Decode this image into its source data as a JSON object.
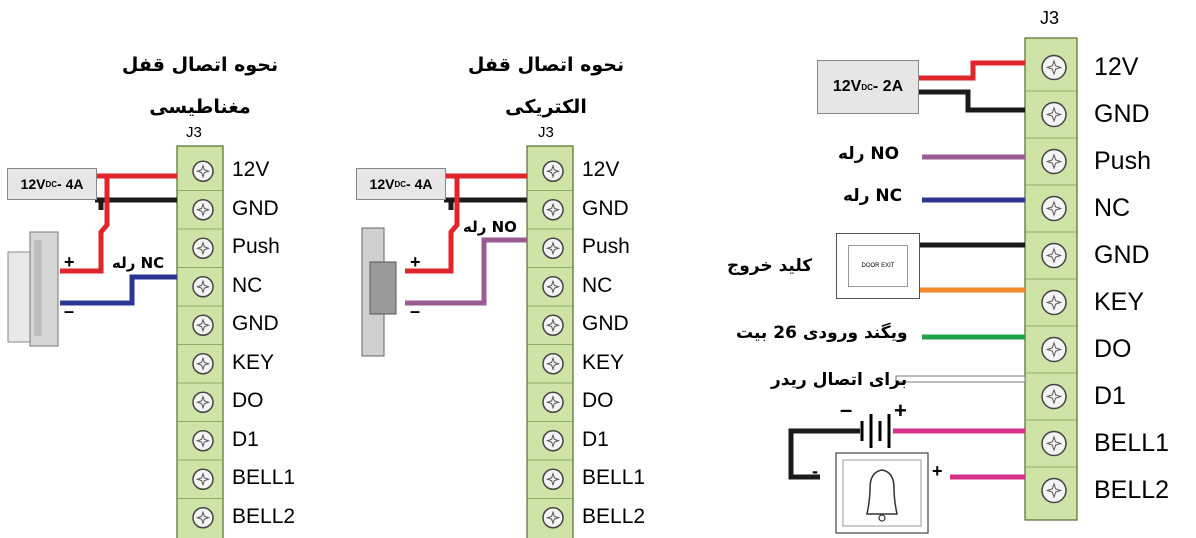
{
  "connector_label": "J3",
  "terminals_small": [
    "12V",
    "GND",
    "Push",
    "NC",
    "GND",
    "KEY",
    "DO",
    "D1",
    "BELL1",
    "BELL2"
  ],
  "terminals_large": [
    "12V",
    "GND",
    "Push",
    "NC",
    "GND",
    "KEY",
    "DO",
    "D1",
    "BELL1",
    "BELL2"
  ],
  "magnetic": {
    "title_line1": "نحوه اتصال قفل",
    "title_line2": "مغناطیسی",
    "supply_prefix": "12V",
    "supply_sub": "DC",
    "supply_suffix": "- 4A",
    "relay_label": "NC رله",
    "plus": "+",
    "minus": "–"
  },
  "electric": {
    "title_line1": "نحوه اتصال قفل",
    "title_line2": "الکتریکی",
    "supply_prefix": "12V",
    "supply_sub": "DC",
    "supply_suffix": "- 4A",
    "relay_label": "NO رله",
    "plus": "+",
    "minus": "–"
  },
  "main": {
    "supply_prefix": "12V",
    "supply_sub": "DC",
    "supply_suffix": "- 2A",
    "relay_no": "NO رله",
    "relay_nc": "NC رله",
    "exit_key": "کلید خروج",
    "exit_button_text": "DOOR EXIT",
    "wiegand": "ویگند ورودی 26 بیت",
    "reader": "برای اتصال ریدر",
    "battery_minus": "–",
    "battery_plus": "+",
    "bell_minus": "-",
    "bell_plus": "+"
  },
  "colors": {
    "red": "#e0262b",
    "black": "#1a1a1a",
    "purple": "#9b5a92",
    "blue": "#2b3694",
    "orange": "#f08a2c",
    "green": "#1fa14a",
    "magenta": "#d6308b",
    "terminal_green": "#cfe3a6"
  }
}
